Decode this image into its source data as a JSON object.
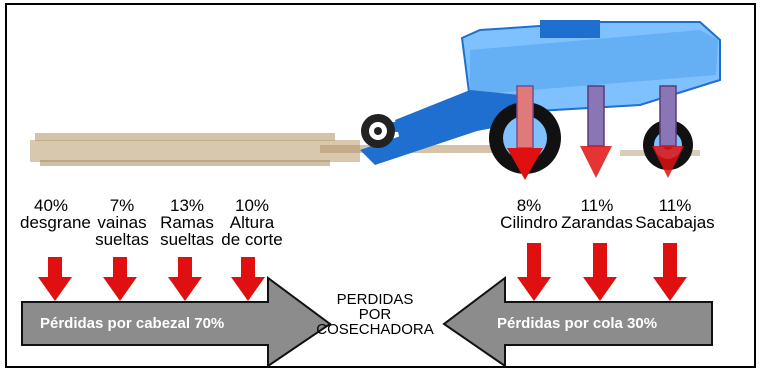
{
  "head_losses": [
    {
      "pct": "40%",
      "name_1": "desgrane",
      "name_2": ""
    },
    {
      "pct": "7%",
      "name_1": "vainas",
      "name_2": "sueltas"
    },
    {
      "pct": "13%",
      "name_1": "Ramas",
      "name_2": "sueltas"
    },
    {
      "pct": "10%",
      "name_1": "Altura",
      "name_2": "de corte"
    }
  ],
  "tail_losses": [
    {
      "pct": "8%",
      "name_1": "Cilindro"
    },
    {
      "pct": "11%",
      "name_1": "Zarandas"
    },
    {
      "pct": "11%",
      "name_1": "Sacabajas"
    }
  ],
  "left_arrow_label": "Pérdidas por cabezal 70%",
  "right_arrow_label": "Pérdidas por cola 30%",
  "center_label": {
    "line1": "PERDIDAS",
    "line2": "POR",
    "line3": "COSECHADORA"
  },
  "colors": {
    "arrow_red": "#e01010",
    "big_arrow": "#8c8c8c",
    "harvester": "#1e6fd0",
    "harvester_light": "#7fc0ff",
    "crop": "#b89a70"
  }
}
